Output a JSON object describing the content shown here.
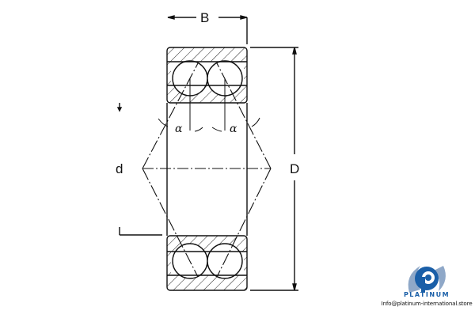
{
  "diagram": {
    "labels": {
      "width": "B",
      "bore": "d",
      "outer_diameter": "D",
      "contact_angle_left": "α",
      "contact_angle_right": "α"
    }
  },
  "logo": {
    "brand": "PLATINUM",
    "email": "Info@platinum-international.store",
    "colors": {
      "primary": "#1a5fa8",
      "secondary": "#8fa8c8"
    }
  }
}
